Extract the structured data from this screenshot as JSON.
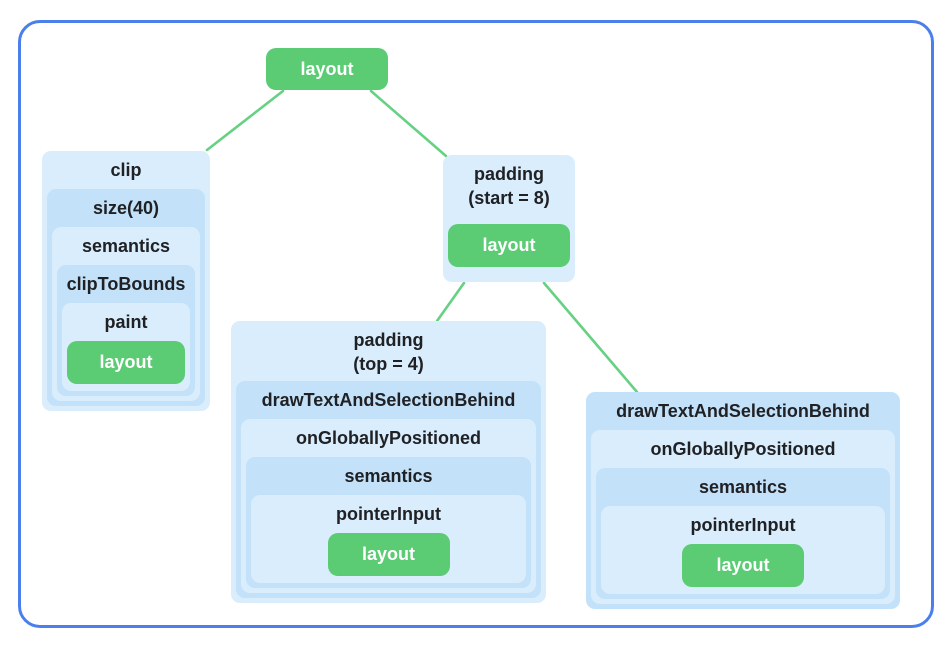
{
  "colors": {
    "frame_blue": "#4b80ec",
    "connector_green": "#66d183",
    "node_green": "#5bcb74",
    "box_blue_light": "#d9edfc",
    "box_blue_dark": "#c3e1f8",
    "label_text": "#202124",
    "leaf_text": "#ffffff"
  },
  "root": {
    "label": "layout"
  },
  "clip_chain": {
    "levels": [
      "clip",
      "size(40)",
      "semantics",
      "clipToBounds",
      "paint"
    ],
    "leaf": "layout"
  },
  "padding_start_chain": {
    "header_line1": "padding",
    "header_line2": "(start = 8)",
    "leaf": "layout"
  },
  "padding_top_chain": {
    "header_line1": "padding",
    "header_line2": "(top = 4)",
    "levels": [
      "drawTextAndSelectionBehind",
      "onGloballyPositioned",
      "semantics",
      "pointerInput"
    ],
    "leaf": "layout"
  },
  "draw_text_chain": {
    "levels": [
      "drawTextAndSelectionBehind",
      "onGloballyPositioned",
      "semantics",
      "pointerInput"
    ],
    "leaf": "layout"
  }
}
